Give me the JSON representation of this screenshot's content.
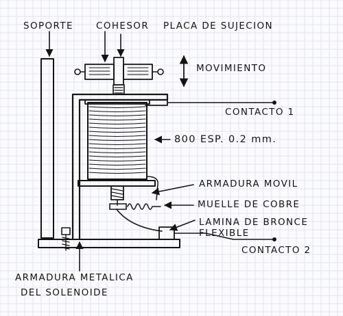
{
  "labels": {
    "soporte": "SOPORTE",
    "cohesor": "COHESOR",
    "placa": "PLACA DE SUJECION",
    "movimiento": "MOVIMIENTO",
    "contacto1": "CONTACTO 1",
    "espiras": "800 ESP. 0.2 mm.",
    "armadura_movil": "ARMADURA MOVIL",
    "muelle": "MUELLE DE COBRE",
    "lamina_1": "LAMINA DE BRONCE",
    "lamina_2": "FLEXIBLE",
    "contacto2": "CONTACTO 2",
    "armadura_metalica_1": "ARMADURA METALICA",
    "armadura_metalica_2": "DEL SOLENOIDE"
  },
  "colors": {
    "ink": "#141414",
    "paper": "#fbfbfd",
    "grid": "#e3e5ee"
  }
}
